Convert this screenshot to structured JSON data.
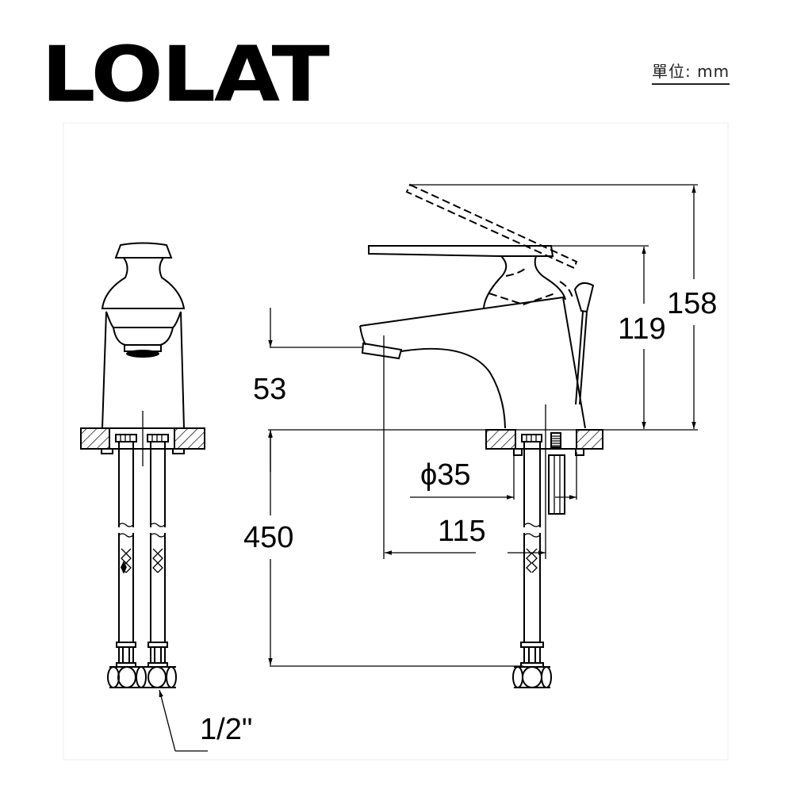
{
  "brand": {
    "logo_text": "LOLAT"
  },
  "header": {
    "units_label": "單位: mm"
  },
  "drawing": {
    "title": "Single lever basin faucet dimension drawing",
    "views": [
      "front view",
      "side view"
    ],
    "dimensions": {
      "handle_open_height": "158",
      "body_height": "119",
      "spout_height": "53",
      "hose_length": "450",
      "spout_reach": "115",
      "mount_hole_diameter": "ϕ35",
      "connection_thread": "1/2\""
    },
    "colors": {
      "line": "#000000",
      "background": "#ffffff"
    }
  }
}
